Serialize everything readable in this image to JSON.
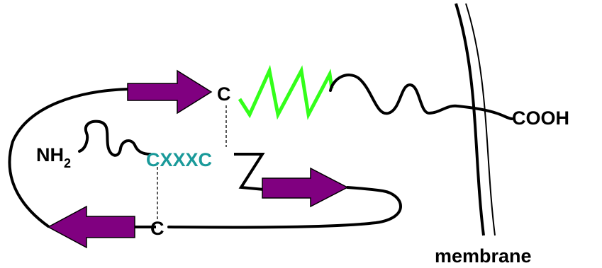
{
  "labels": {
    "nh": "NH",
    "nh_sub": "2",
    "motif": "CXXXC",
    "cys_upper": "C",
    "cys_lower": "C",
    "cooh": "COOH",
    "membrane": "membrane"
  },
  "colors": {
    "backbone": "#000000",
    "beta_strand": "#800080",
    "helix": "#33ff1a",
    "motif": "#1a9a9a",
    "disulfide": "#000000",
    "background": "#ffffff"
  }
}
